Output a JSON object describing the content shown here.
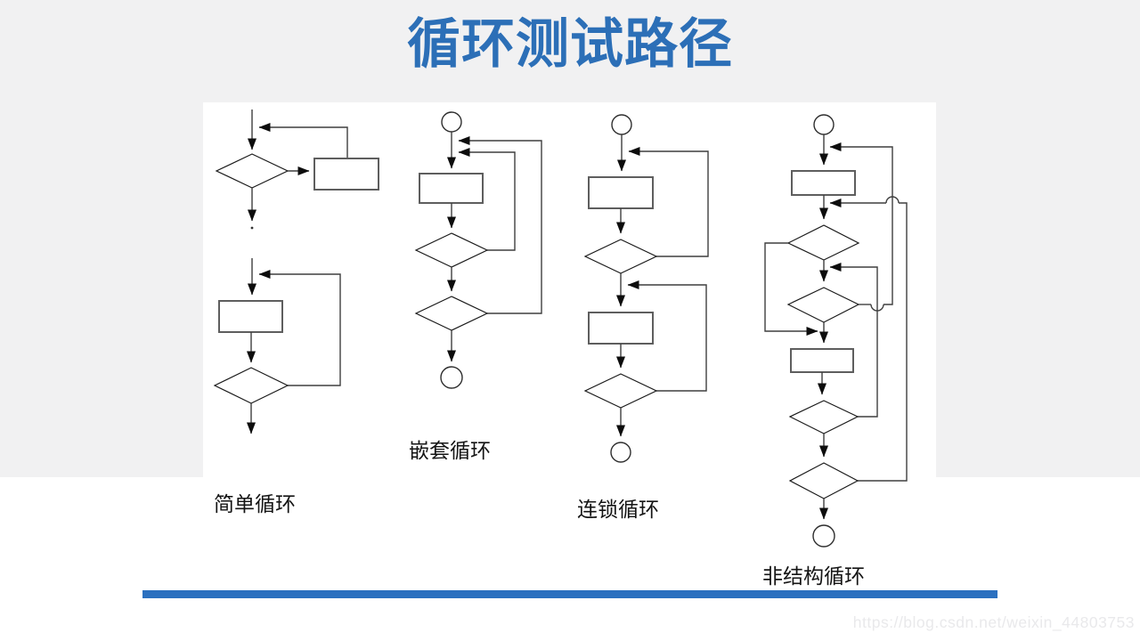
{
  "title": "循环测试路径",
  "watermark": "https://blog.csdn.net/weixin_44803753",
  "colors": {
    "background": "#f1f1f2",
    "panel": "#ffffff",
    "title_text": "#2c6fb7",
    "divider_bar": "#2b70bf",
    "line": "#3f3f3f",
    "watermark_text": "#e9e9eb"
  },
  "diagrams": [
    {
      "id": "simple-loop",
      "label": "简单循环"
    },
    {
      "id": "nested-loop",
      "label": "嵌套循环"
    },
    {
      "id": "concatenated-loop",
      "label": "连锁循环"
    },
    {
      "id": "unstructured-loop",
      "label": "非结构循环"
    }
  ]
}
